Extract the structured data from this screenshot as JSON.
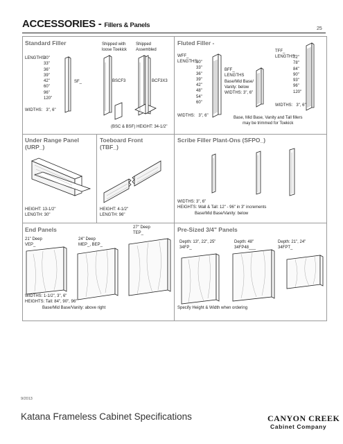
{
  "header": {
    "title": "ACCESSORIES -",
    "subtitle": "Fillers & Panels",
    "page": "25"
  },
  "standard_filler": {
    "title": "Standard Filler",
    "lengths_label": "LENGTHS:",
    "lengths": "30\"\n33\"\n36\"\n39\"\n42\"\n60\"\n96\"\n120\"",
    "widths": "WIDTHS:   3\", 6\"",
    "code": "SF_",
    "toekick": "Shipped with\nloose Toekick",
    "assembled": "Shipped\nAssembled",
    "bscf3": "BSCF3",
    "bcf3x3": "BCF3X3",
    "height_note": "(BSC & BSF) HEIGHT: 34-1/2\""
  },
  "fluted_filler": {
    "title": "Fluted Filler -",
    "wff": "WFF_\nLENGTHS:",
    "wff_lengths": "30\"\n33\"\n36\"\n39\"\n42\"\n48\"\n54\"\n60\"",
    "wff_widths": "WIDTHS:   3\", 6\"",
    "bff": "BFF_\nLENGTHS\nBase/Mid Base/\nVanity: below\nWIDTHS: 3\", 6\"",
    "tff": "TFF_\nLENGTHS:",
    "tff_lengths": "72\"\n78\"\n84\"\n90\"\n93\"\n96\"\n120\"",
    "tff_widths": "WIDTHS:   3\", 6\"",
    "note": "Base, Mid Base, Vanity and Tall fillers\nmay be trimmed for Toekick"
  },
  "under_range": {
    "title": "Under Range Panel\n(URP_)",
    "dims": "HEIGHT: 13-1/2\"\nLENGTH: 30\""
  },
  "toeboard": {
    "title": "Toeboard Front\n(TBF_)",
    "dims": "HEIGHT: 4-1/2\"\nLENGTH: 96\""
  },
  "scribe": {
    "title": "Scribe Filler Plant-Ons (SFPO_)",
    "dims": "WIDTHS: 3\", 6\"\nHEIGHTS: Wall & Tall: 12\" - 96\" in 3\" increments\n               Base/Mid Base/Vanity: below"
  },
  "end_panels": {
    "title": "End Panels",
    "p1": "21\" Deep\nVEP_",
    "p2": "24\" Deep\nMEP_, BEP_",
    "p3": "27\" Deep\nTEP_",
    "dims": "WIDTHS: 1-1/2\", 3\", 6\"\nHEIGHTS: Tall: 84\", 90\", 96\"\n               Base/Mid Base/Vanity: above right"
  },
  "presized": {
    "title": "Pre-Sized 3/4\" Panels",
    "p1": "Depth: 13\", 22\", 25\"\n34FP_",
    "p2": "Depth: 48\"\n34FP48___",
    "p3": "Depth: 21\", 24\"\n34FPT_",
    "note": "Specify Height & Width when ordering"
  },
  "footer": {
    "date": "9/2013",
    "title": "Katana Frameless Cabinet Specifications",
    "brand1": "CANYON CREEK",
    "brand2": "Cabinet Company"
  }
}
